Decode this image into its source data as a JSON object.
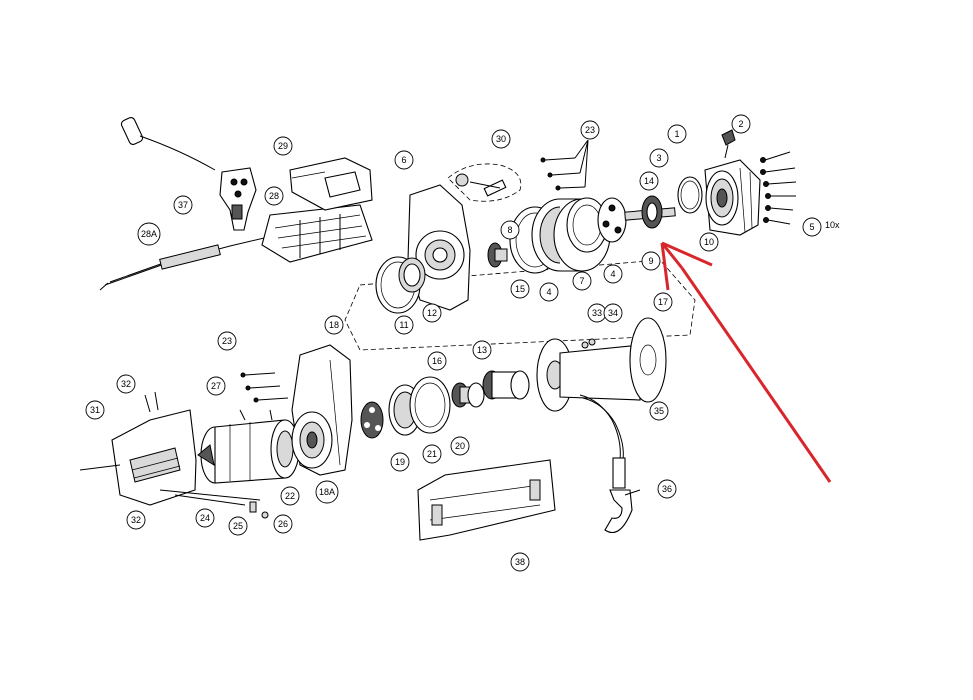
{
  "diagram": {
    "callouts": [
      "1",
      "2",
      "3",
      "4",
      "4",
      "5",
      "6",
      "7",
      "8",
      "9",
      "10",
      "11",
      "12",
      "13",
      "14",
      "15",
      "16",
      "17",
      "18",
      "18A",
      "19",
      "20",
      "21",
      "22",
      "23",
      "23",
      "24",
      "25",
      "26",
      "27",
      "28",
      "28A",
      "29",
      "30",
      "31",
      "32",
      "32",
      "33",
      "34",
      "35",
      "36",
      "37",
      "38"
    ],
    "quantity_note": "10x",
    "arrow_color": "#d9262b"
  }
}
